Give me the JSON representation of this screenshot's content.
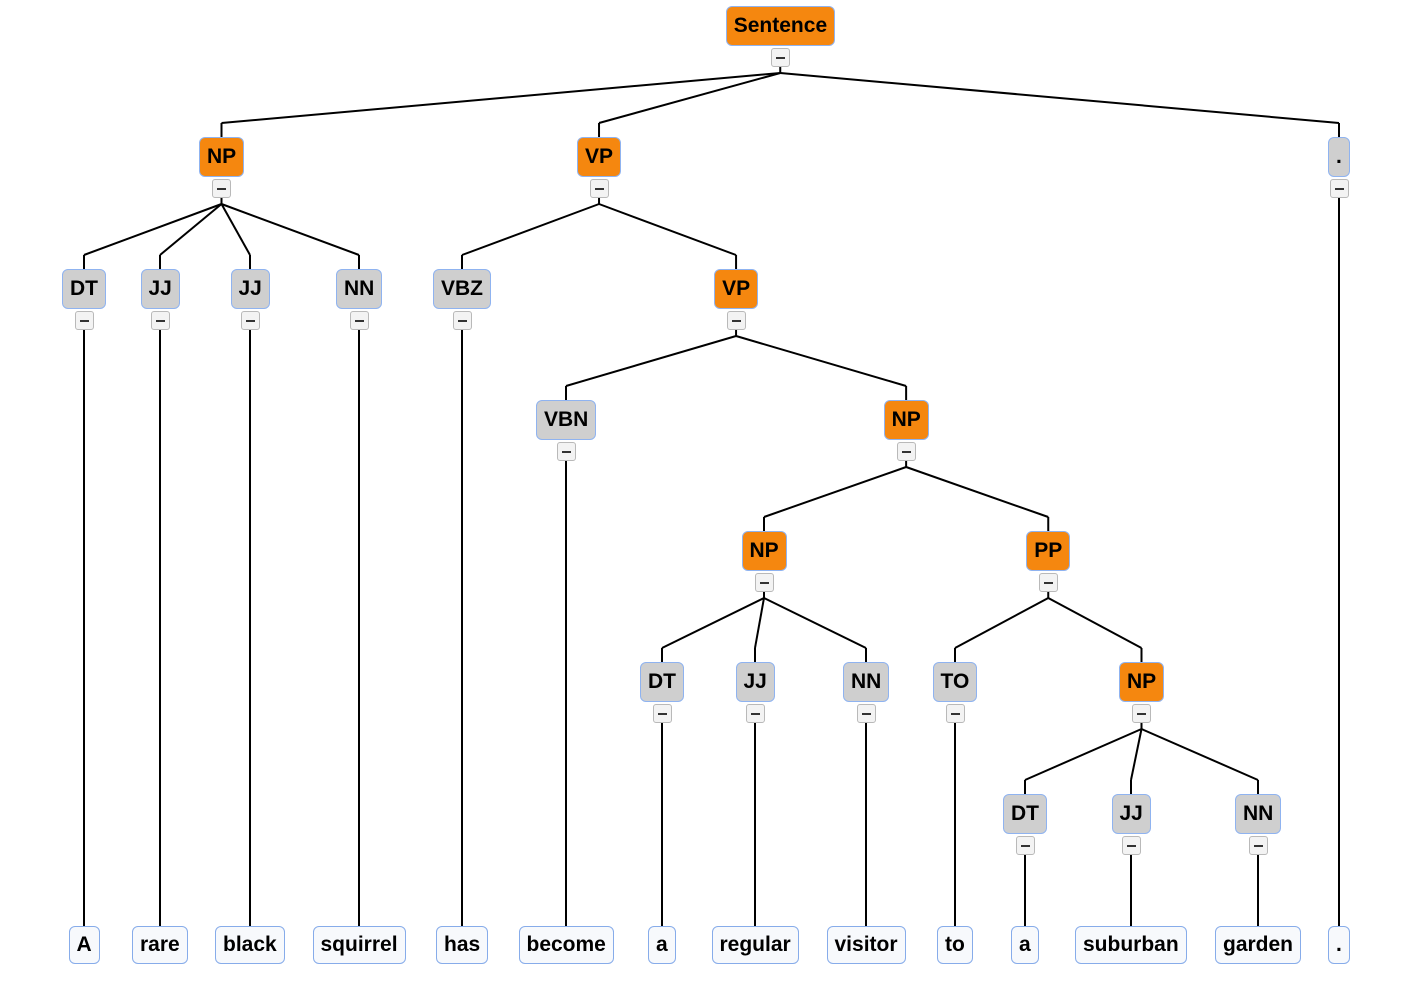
{
  "tree": {
    "label": "Sentence",
    "kind": "phrase",
    "children": [
      {
        "label": "NP",
        "kind": "phrase",
        "children": [
          {
            "label": "DT",
            "kind": "tag",
            "word": "A"
          },
          {
            "label": "JJ",
            "kind": "tag",
            "word": "rare"
          },
          {
            "label": "JJ",
            "kind": "tag",
            "word": "black"
          },
          {
            "label": "NN",
            "kind": "tag",
            "word": "squirrel"
          }
        ]
      },
      {
        "label": "VP",
        "kind": "phrase",
        "children": [
          {
            "label": "VBZ",
            "kind": "tag",
            "word": "has"
          },
          {
            "label": "VP",
            "kind": "phrase",
            "children": [
              {
                "label": "VBN",
                "kind": "tag",
                "word": "become"
              },
              {
                "label": "NP",
                "kind": "phrase",
                "children": [
                  {
                    "label": "NP",
                    "kind": "phrase",
                    "children": [
                      {
                        "label": "DT",
                        "kind": "tag",
                        "word": "a"
                      },
                      {
                        "label": "JJ",
                        "kind": "tag",
                        "word": "regular"
                      },
                      {
                        "label": "NN",
                        "kind": "tag",
                        "word": "visitor"
                      }
                    ]
                  },
                  {
                    "label": "PP",
                    "kind": "phrase",
                    "children": [
                      {
                        "label": "TO",
                        "kind": "tag",
                        "word": "to"
                      },
                      {
                        "label": "NP",
                        "kind": "phrase",
                        "children": [
                          {
                            "label": "DT",
                            "kind": "tag",
                            "word": "a"
                          },
                          {
                            "label": "JJ",
                            "kind": "tag",
                            "word": "suburban"
                          },
                          {
                            "label": "NN",
                            "kind": "tag",
                            "word": "garden"
                          }
                        ]
                      }
                    ]
                  }
                ]
              }
            ]
          }
        ]
      },
      {
        "label": ".",
        "kind": "tag",
        "word": "."
      }
    ]
  },
  "colors": {
    "phrase_fill": "#f5870f",
    "tag_fill": "#cfcfcf",
    "word_fill": "#f7f9fc",
    "node_border": "#8fb3f0",
    "edge": "#000000"
  }
}
